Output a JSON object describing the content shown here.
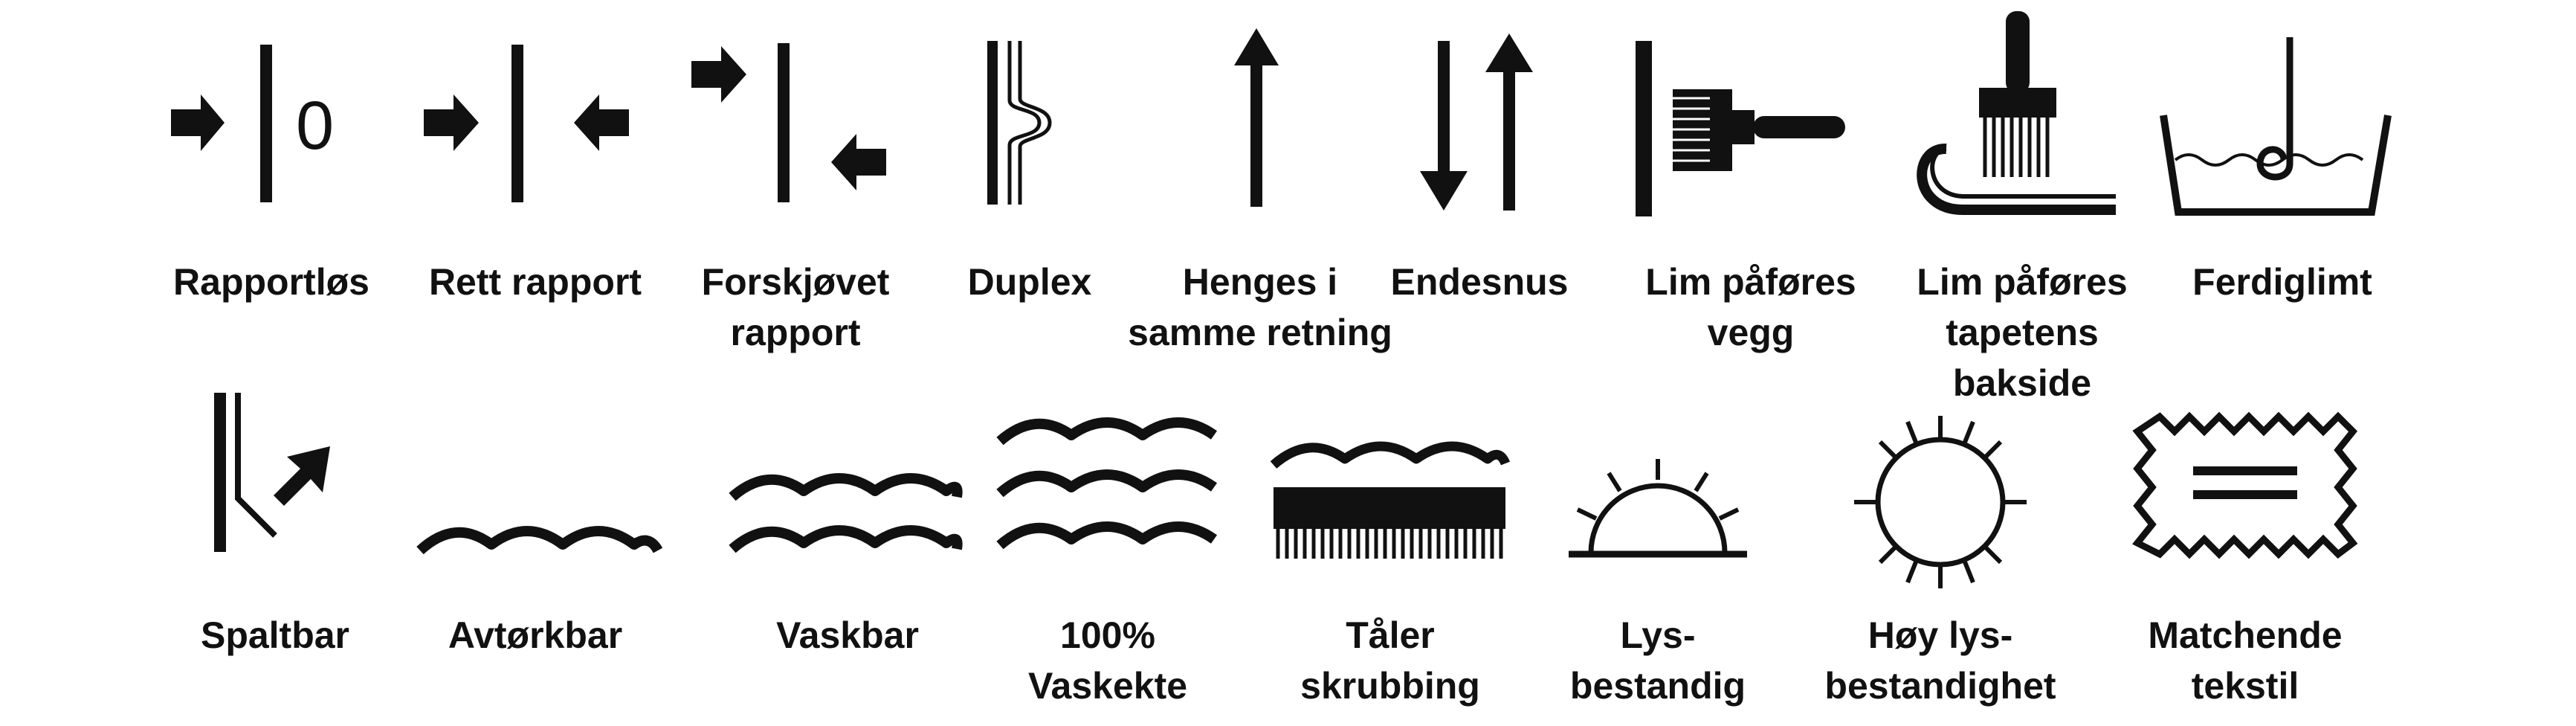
{
  "colors": {
    "ink": "#111111",
    "background": "#ffffff"
  },
  "symbols": [
    {
      "icon": "rapportlos-icon",
      "lines": [
        "Rapportløs"
      ]
    },
    {
      "icon": "rett-rapport-icon",
      "lines": [
        "Rett rapport"
      ]
    },
    {
      "icon": "forskjovet-rapport-icon",
      "lines": [
        "Forskjøvet",
        "rapport"
      ]
    },
    {
      "icon": "duplex-icon",
      "lines": [
        "Duplex"
      ]
    },
    {
      "icon": "henges-i-samme-retning-icon",
      "lines": [
        "Henges i",
        "samme retning"
      ]
    },
    {
      "icon": "endesnus-icon",
      "lines": [
        "Endesnus"
      ]
    },
    {
      "icon": "lim-pafores-vegg-icon",
      "lines": [
        "Lim påføres",
        "vegg"
      ]
    },
    {
      "icon": "lim-pafores-tapetens-bakside-icon",
      "lines": [
        "Lim påføres",
        "tapetens",
        "bakside"
      ]
    },
    {
      "icon": "ferdiglimt-icon",
      "lines": [
        "Ferdiglimt"
      ]
    },
    {
      "icon": "spaltbar-icon",
      "lines": [
        "Spaltbar"
      ]
    },
    {
      "icon": "avtorkbar-icon",
      "lines": [
        "Avtørkbar"
      ]
    },
    {
      "icon": "vaskbar-icon",
      "lines": [
        "Vaskbar"
      ]
    },
    {
      "icon": "100-vaskekte-icon",
      "lines": [
        "100%",
        "Vaskekte"
      ]
    },
    {
      "icon": "taler-skrubbing-icon",
      "lines": [
        "Tåler",
        "skrubbing"
      ]
    },
    {
      "icon": "lysbestandig-icon",
      "lines": [
        "Lys-",
        "bestandig"
      ]
    },
    {
      "icon": "hoy-lysbestandighet-icon",
      "lines": [
        "Høy lys-",
        "bestandighet"
      ]
    },
    {
      "icon": "matchende-tekstil-icon",
      "lines": [
        "Matchende",
        "tekstil"
      ]
    }
  ],
  "rapportlos_digit": "0"
}
